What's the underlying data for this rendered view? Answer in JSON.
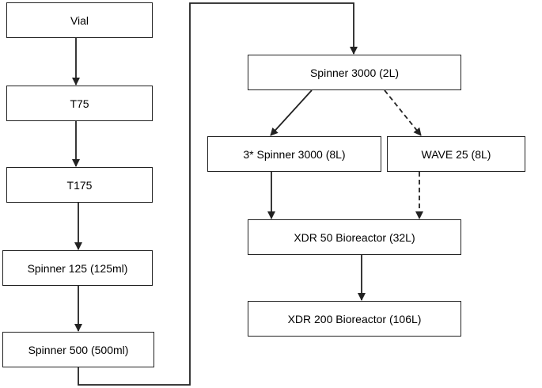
{
  "nodes": {
    "vial": "Vial",
    "t75": "T75",
    "t175": "T175",
    "spinner125": "Spinner 125 (125ml)",
    "spinner500": "Spinner 500 (500ml)",
    "spinner3000": "Spinner 3000 (2L)",
    "three_spinner3000": "3* Spinner 3000 (8L)",
    "wave25": "WAVE 25 (8L)",
    "xdr50": "XDR 50 Bioreactor (32L)",
    "xdr200": "XDR 200 Bioreactor (106L)"
  },
  "edges": [
    {
      "from": "Vial",
      "to": "T75",
      "style": "solid"
    },
    {
      "from": "T75",
      "to": "T175",
      "style": "solid"
    },
    {
      "from": "T175",
      "to": "Spinner 125 (125ml)",
      "style": "solid"
    },
    {
      "from": "Spinner 125 (125ml)",
      "to": "Spinner 500 (500ml)",
      "style": "solid"
    },
    {
      "from": "Spinner 500 (500ml)",
      "to": "Spinner 3000 (2L)",
      "style": "solid"
    },
    {
      "from": "Spinner 3000 (2L)",
      "to": "3* Spinner 3000 (8L)",
      "style": "solid"
    },
    {
      "from": "Spinner 3000 (2L)",
      "to": "WAVE 25 (8L)",
      "style": "dashed"
    },
    {
      "from": "3* Spinner 3000 (8L)",
      "to": "XDR 50 Bioreactor (32L)",
      "style": "solid"
    },
    {
      "from": "WAVE 25 (8L)",
      "to": "XDR 50 Bioreactor (32L)",
      "style": "dashed"
    },
    {
      "from": "XDR 50 Bioreactor (32L)",
      "to": "XDR 200 Bioreactor (106L)",
      "style": "solid"
    }
  ],
  "colors": {
    "line": "#222222",
    "box_border": "#222222",
    "background": "#ffffff",
    "text": "#000000"
  }
}
